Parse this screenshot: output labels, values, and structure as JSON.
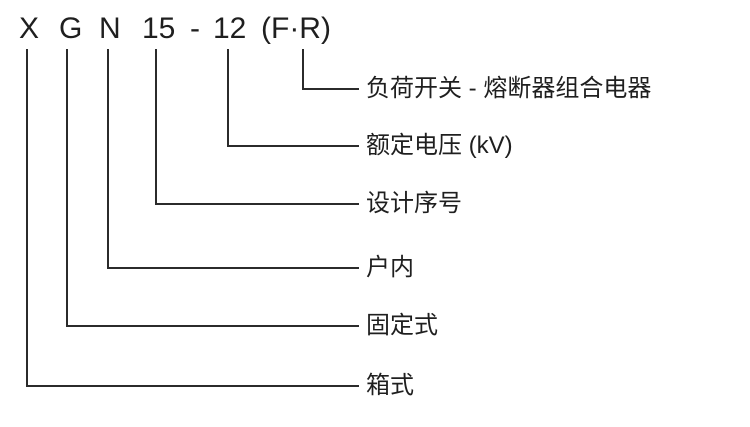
{
  "diagram": {
    "title_meaning": "model-designation",
    "code": {
      "part_x": "X",
      "part_g": "G",
      "part_n": "N",
      "part_serial": "15",
      "dash": "-",
      "part_voltage": "12",
      "part_fr": "(F·R)"
    },
    "labels": [
      "负荷开关 - 熔断器组合电器",
      "额定电压 (kV)",
      "设计序号",
      "户内",
      "固定式",
      "箱式"
    ]
  }
}
